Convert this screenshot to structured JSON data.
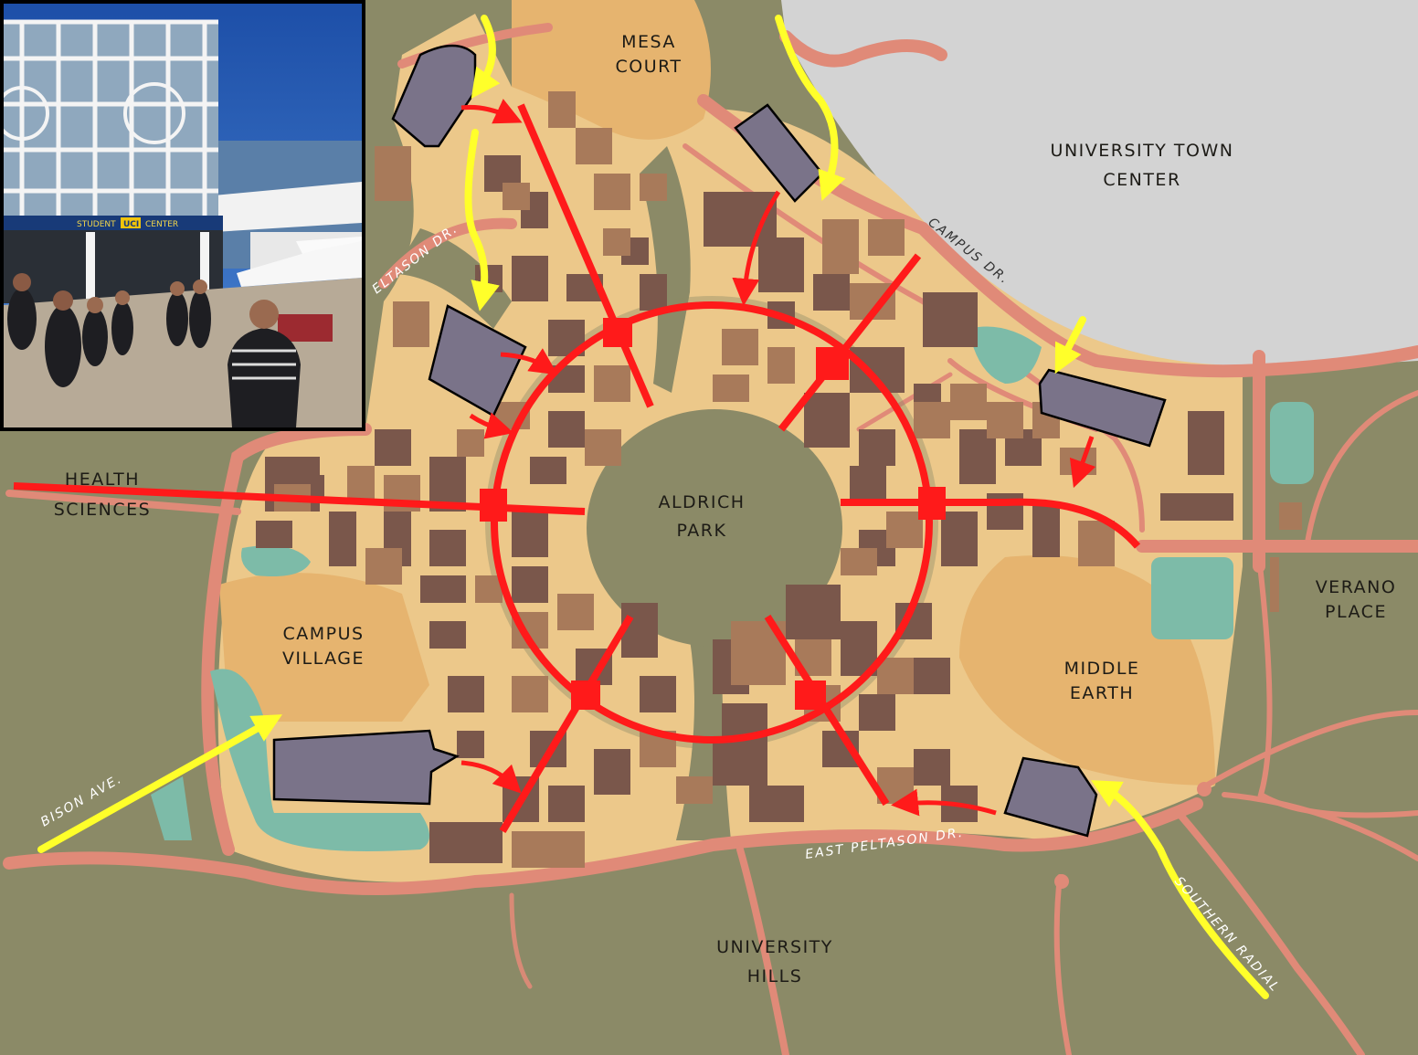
{
  "labels": {
    "mesa_court_1": "MESA",
    "mesa_court_2": "COURT",
    "utc_1": "UNIVERSITY TOWN",
    "utc_2": "CENTER",
    "aldrich_1": "ALDRICH",
    "aldrich_2": "PARK",
    "health_1": "HEALTH",
    "health_2": "SCIENCES",
    "campus_village_1": "CAMPUS",
    "campus_village_2": "VILLAGE",
    "verano_1": "VERANO",
    "verano_2": "PLACE",
    "middle_earth_1": "MIDDLE",
    "middle_earth_2": "EARTH",
    "univ_hills_1": "UNIVERSITY",
    "univ_hills_2": "HILLS"
  },
  "roads": {
    "campus_dr": "CAMPUS DR.",
    "west_peltason": "ELTASON DR.",
    "east_peltason": "EAST PELTASON DR.",
    "bison_ave": "BISON AVE.",
    "southern_radial": "SOUTHERN RADIAL"
  },
  "photo": {
    "sign_text_1": "STUDENT",
    "sign_text_2": "UCI",
    "sign_text_3": "CENTER"
  },
  "colors": {
    "background": "#8b8a67",
    "campus_fill": "#ecc88a",
    "road": "#e08a78",
    "building_dark": "#7a574b",
    "building_light": "#a87a5a",
    "new_building": "#7a7389",
    "water": "#7dbba8",
    "town_center": "#d3d3d3",
    "red_route": "#ff1a1a",
    "yellow_route": "#ffff2a"
  }
}
